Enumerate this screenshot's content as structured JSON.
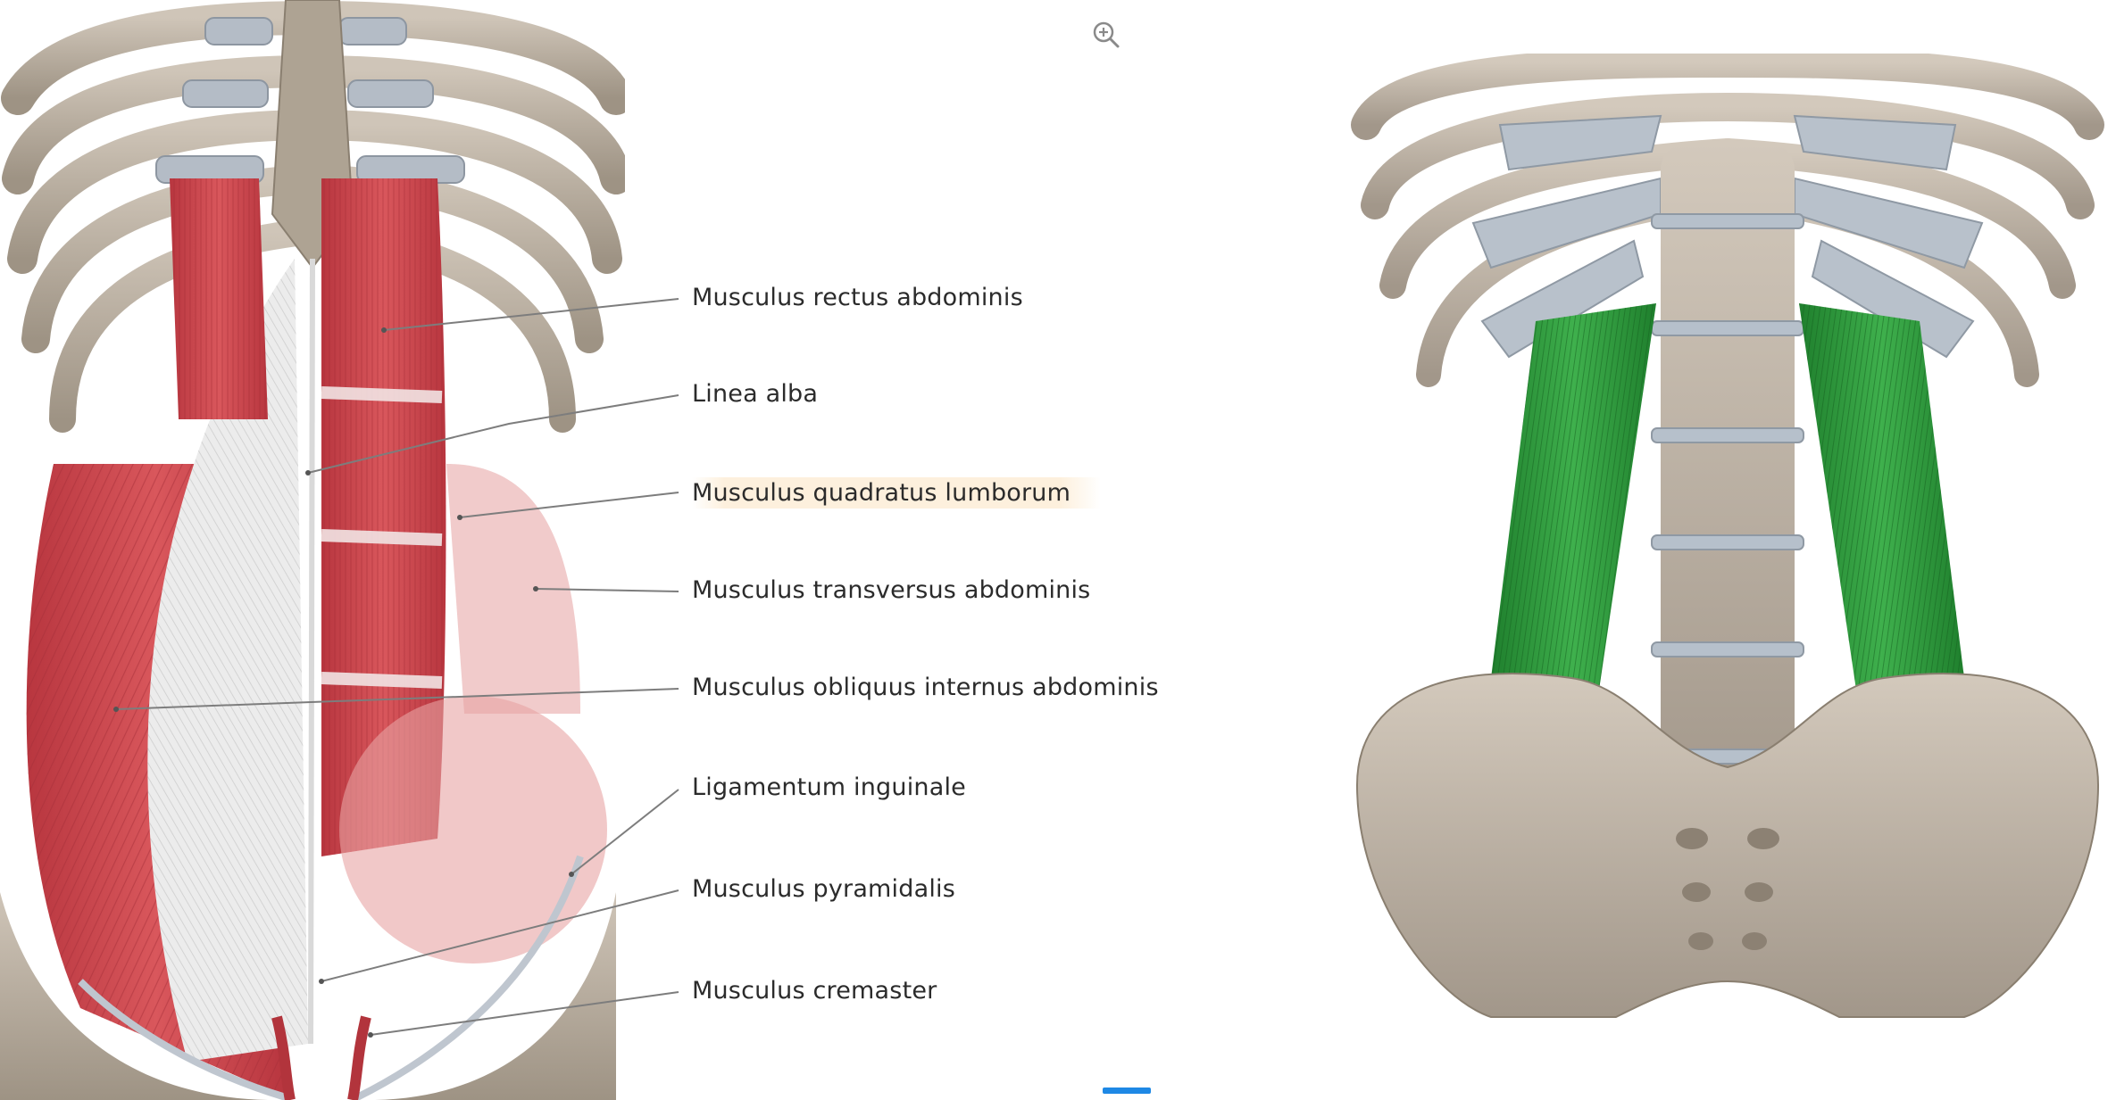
{
  "labels": [
    {
      "id": "rectus",
      "text": "Musculus rectus abdominis",
      "highlight": false
    },
    {
      "id": "linea",
      "text": "Linea alba",
      "highlight": false
    },
    {
      "id": "quadratus",
      "text": "Musculus quadratus lumborum",
      "highlight": true
    },
    {
      "id": "transversus",
      "text": "Musculus transversus abdominis",
      "highlight": false
    },
    {
      "id": "obliquus",
      "text": "Musculus obliquus internus abdominis",
      "highlight": false
    },
    {
      "id": "inguinale",
      "text": "Ligamentum inguinale",
      "highlight": false
    },
    {
      "id": "pyramidalis",
      "text": "Musculus pyramidalis",
      "highlight": false
    },
    {
      "id": "cremaster",
      "text": "Musculus cremaster",
      "highlight": false
    }
  ],
  "icons": {
    "zoom": "zoom-in-icon"
  },
  "colors": {
    "muscle_red": "#c8464c",
    "aponeurosis_white": "#eeeeee",
    "bone": "#c9bfb2",
    "cartilage": "#aeb8c2",
    "highlight_green": "#2e9a3b",
    "indicator_blue": "#1e88e5",
    "highlight_bg": "#fdf0dd"
  }
}
